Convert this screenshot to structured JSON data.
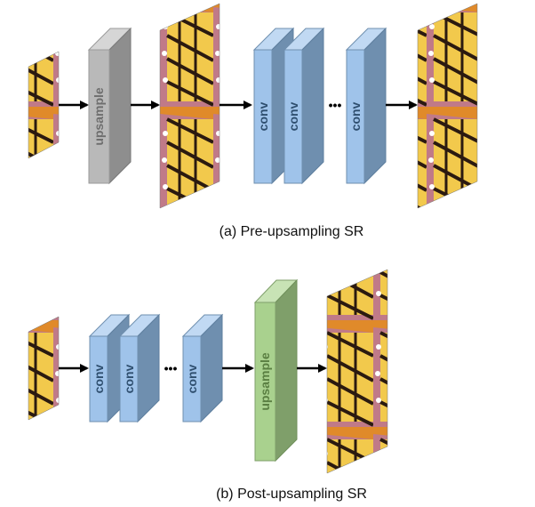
{
  "colors": {
    "upsample_gray": "#b9b9b9",
    "upsample_gray_side": "#8e8e8e",
    "upsample_gray_top": "#d6d6d6",
    "conv_blue": "#9fc3ea",
    "conv_blue_side": "#6f8faf",
    "conv_blue_top": "#c1d9f3",
    "upsample_green": "#a9d18e",
    "upsample_green_side": "#7f9f6a",
    "upsample_green_top": "#c8e3b5",
    "label_text": "#2f4f6f",
    "arrow": "#000000"
  },
  "panel_a": {
    "caption": "(a) Pre-upsampling SR",
    "upsample_label": "upsample",
    "conv_labels": [
      "conv",
      "conv",
      "conv"
    ],
    "ellipsis": "•••"
  },
  "panel_b": {
    "caption": "(b) Post-upsampling SR",
    "upsample_label": "upsample",
    "conv_labels": [
      "conv",
      "conv",
      "conv"
    ],
    "ellipsis": "•••"
  }
}
